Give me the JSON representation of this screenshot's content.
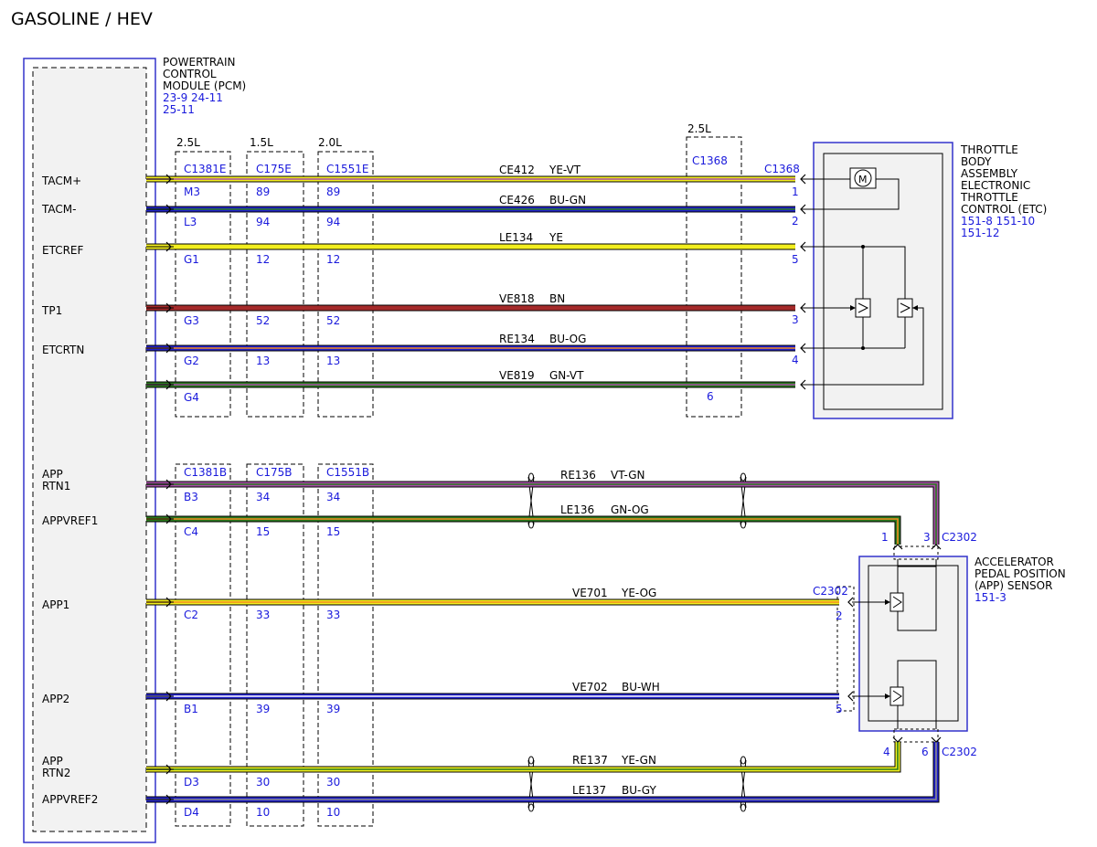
{
  "title": "GASOLINE / HEV",
  "pcm": {
    "name_lines": [
      "POWERTRAIN",
      "CONTROL",
      "MODULE (PCM)"
    ],
    "ref_lines": [
      "23-9 24-11",
      "25-11"
    ]
  },
  "etc": {
    "name_lines": [
      "THROTTLE",
      "BODY",
      "ASSEMBLY",
      "ELECTRONIC",
      "THROTTLE",
      "CONTROL (ETC)"
    ],
    "ref_lines": [
      "151-8 151-10",
      "151-12"
    ],
    "motor_label": "M"
  },
  "app_sensor": {
    "name_lines": [
      "ACCELERATOR",
      "PEDAL POSITION",
      "(APP) SENSOR"
    ],
    "ref_lines": [
      "151-3"
    ]
  },
  "engine_columns": [
    "2.5L",
    "1.5L",
    "2.0L"
  ],
  "c1368_engine": "2.5L",
  "connectors": {
    "top_row": [
      "C1381E",
      "C175E",
      "C1551E"
    ],
    "bottom_row": [
      "C1381B",
      "C175B",
      "C1551B"
    ],
    "c1368_left": "C1368",
    "c1368_right": "C1368",
    "c2302_pin2": "C2302",
    "c2302_top": "C2302",
    "c2302_bottom": "C2302"
  },
  "wires": [
    {
      "pcm_label": "TACM+",
      "circuit": "CE412",
      "color": "YE-VT",
      "pins": [
        "M3",
        "89",
        "89"
      ],
      "end_pin": "1"
    },
    {
      "pcm_label": "TACM-",
      "circuit": "CE426",
      "color": "BU-GN",
      "pins": [
        "L3",
        "94",
        "94"
      ],
      "end_pin": "2"
    },
    {
      "pcm_label": "ETCREF",
      "circuit": "LE134",
      "color": "YE",
      "pins": [
        "G1",
        "12",
        "12"
      ],
      "end_pin": "5"
    },
    {
      "pcm_label": "TP1",
      "circuit": "VE818",
      "color": "BN",
      "pins": [
        "G3",
        "52",
        "52"
      ],
      "end_pin": "3"
    },
    {
      "pcm_label": "ETCRTN",
      "circuit": "RE134",
      "color": "BU-OG",
      "pins": [
        "G2",
        "13",
        "13"
      ],
      "end_pin": "4"
    },
    {
      "pcm_label": "",
      "circuit": "VE819",
      "color": "GN-VT",
      "pins": [
        "G4",
        "",
        ""
      ],
      "end_pin": "6"
    },
    {
      "pcm_label": "APP RTN1",
      "circuit": "RE136",
      "color": "VT-GN",
      "pins": [
        "B3",
        "34",
        "34"
      ],
      "end_pin": "3"
    },
    {
      "pcm_label": "APPVREF1",
      "circuit": "LE136",
      "color": "GN-OG",
      "pins": [
        "C4",
        "15",
        "15"
      ],
      "end_pin": "1"
    },
    {
      "pcm_label": "APP1",
      "circuit": "VE701",
      "color": "YE-OG",
      "pins": [
        "C2",
        "33",
        "33"
      ],
      "end_pin": "2"
    },
    {
      "pcm_label": "APP2",
      "circuit": "VE702",
      "color": "BU-WH",
      "pins": [
        "B1",
        "39",
        "39"
      ],
      "end_pin": "5"
    },
    {
      "pcm_label": "APP RTN2",
      "circuit": "RE137",
      "color": "YE-GN",
      "pins": [
        "D3",
        "30",
        "30"
      ],
      "end_pin": "4"
    },
    {
      "pcm_label": "APPVREF2",
      "circuit": "LE137",
      "color": "BU-GY",
      "pins": [
        "D4",
        "10",
        "10"
      ],
      "end_pin": "6"
    }
  ],
  "wire_colors": {
    "YE": "#f2ee1e",
    "VT": "#a64ca6",
    "BU": "#2020cc",
    "GN": "#2a7a1e",
    "BN": "#a52a2a",
    "OG": "#f28c1e",
    "WH": "#ffffff",
    "GY": "#8c8c8c",
    "module_blue": "#3333cc",
    "ref_blue": "#1a1adc",
    "module_fill": "#f2f2f2"
  }
}
